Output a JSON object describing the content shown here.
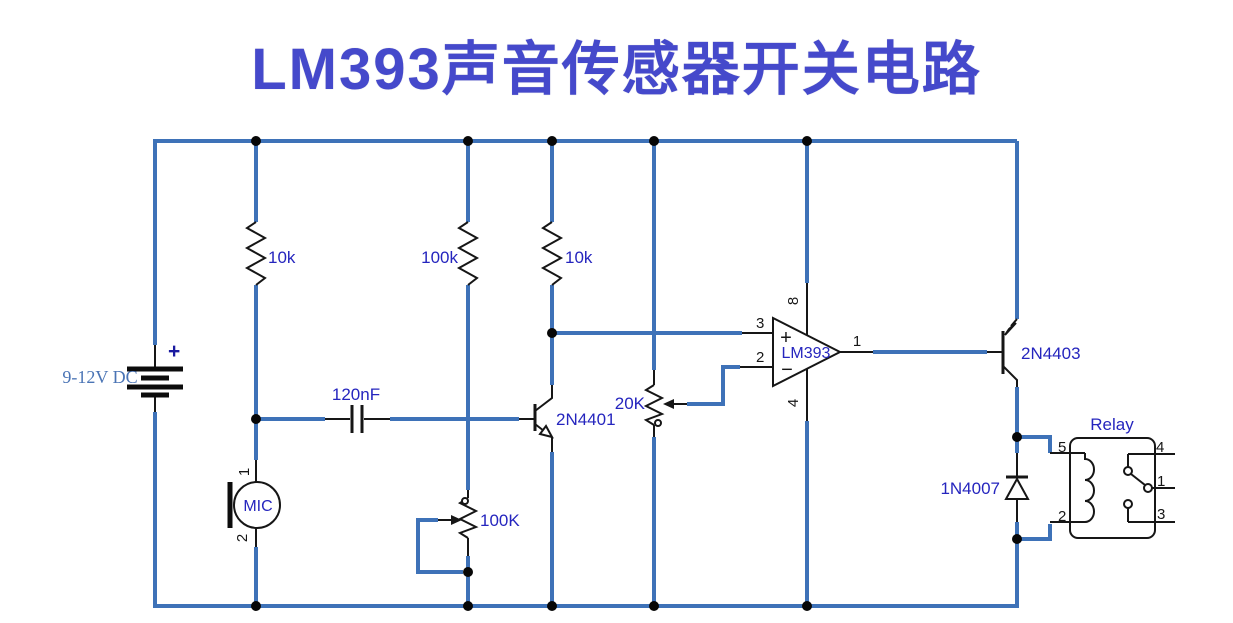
{
  "title": "LM393声音传感器开关电路",
  "colors": {
    "wire": "#3E72B8",
    "label": "#2525BE",
    "component_stroke": "#161616",
    "title": "#4549CB"
  },
  "power": {
    "label": "9-12V DC",
    "polarity": "+"
  },
  "components": {
    "r1": {
      "label": "10k"
    },
    "r2": {
      "label": "100k"
    },
    "r3": {
      "label": "10k"
    },
    "c1": {
      "label": "120nF"
    },
    "mic": {
      "label": "MIC",
      "pin1": "1",
      "pin2": "2"
    },
    "q1": {
      "label": "2N4401"
    },
    "pot1": {
      "label": "100K"
    },
    "pot2": {
      "label": "20K"
    },
    "u1": {
      "label": "LM393",
      "plus": "+",
      "minus": "−",
      "pin1": "1",
      "pin2": "2",
      "pin3": "3",
      "pin4": "4",
      "pin8": "8"
    },
    "q2": {
      "label": "2N4403"
    },
    "d1": {
      "label": "1N4007"
    },
    "relay": {
      "label": "Relay",
      "pin1": "1",
      "pin2": "2",
      "pin3": "3",
      "pin4": "4",
      "pin5": "5"
    }
  }
}
